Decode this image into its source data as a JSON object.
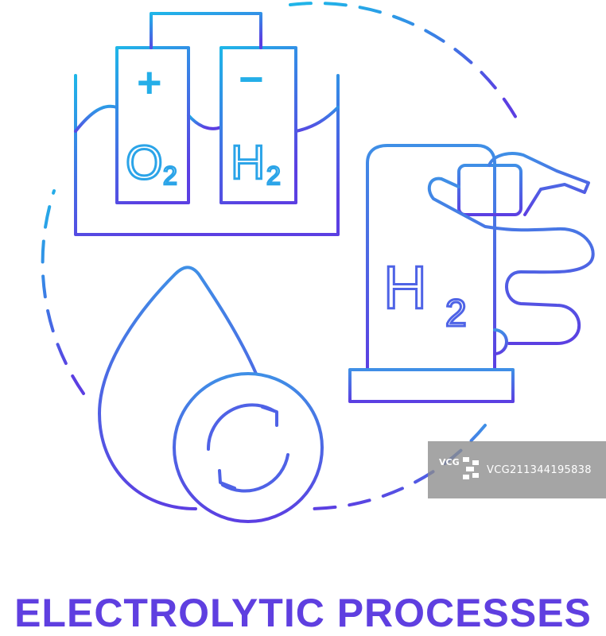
{
  "illustration": {
    "battery_labels": {
      "positive_sign": "+",
      "negative_sign": "−",
      "left_cell": "O",
      "left_cell_sub": "2",
      "right_cell": "H",
      "right_cell_sub": "2"
    },
    "station_label": "H",
    "station_label_sub": "2"
  },
  "caption": "ELECTROLYTIC PROCESSES",
  "watermark": {
    "logo": "VCG",
    "id_text": "VCG211344195838"
  },
  "colors": {
    "gradient_top": "#1fb6e8",
    "gradient_bottom": "#5b3fe2"
  }
}
